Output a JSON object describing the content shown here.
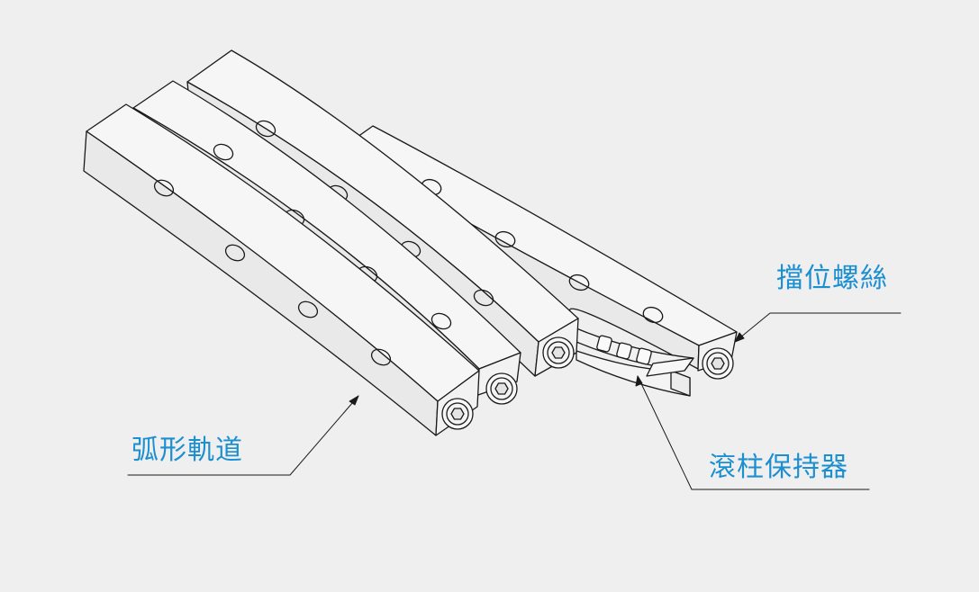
{
  "labels": {
    "stop_screw": "擋位螺絲",
    "arc_rail": "弧形軌道",
    "roller_cage": "滾柱保持器"
  },
  "colors": {
    "background": "#efefef",
    "label_text": "#1b8fd0",
    "line": "#1a1a1a",
    "part_face": "#f6f6f6",
    "part_side": "#e9e9e9"
  },
  "icons": {
    "hex_socket": "hex-socket-screw-icon"
  }
}
